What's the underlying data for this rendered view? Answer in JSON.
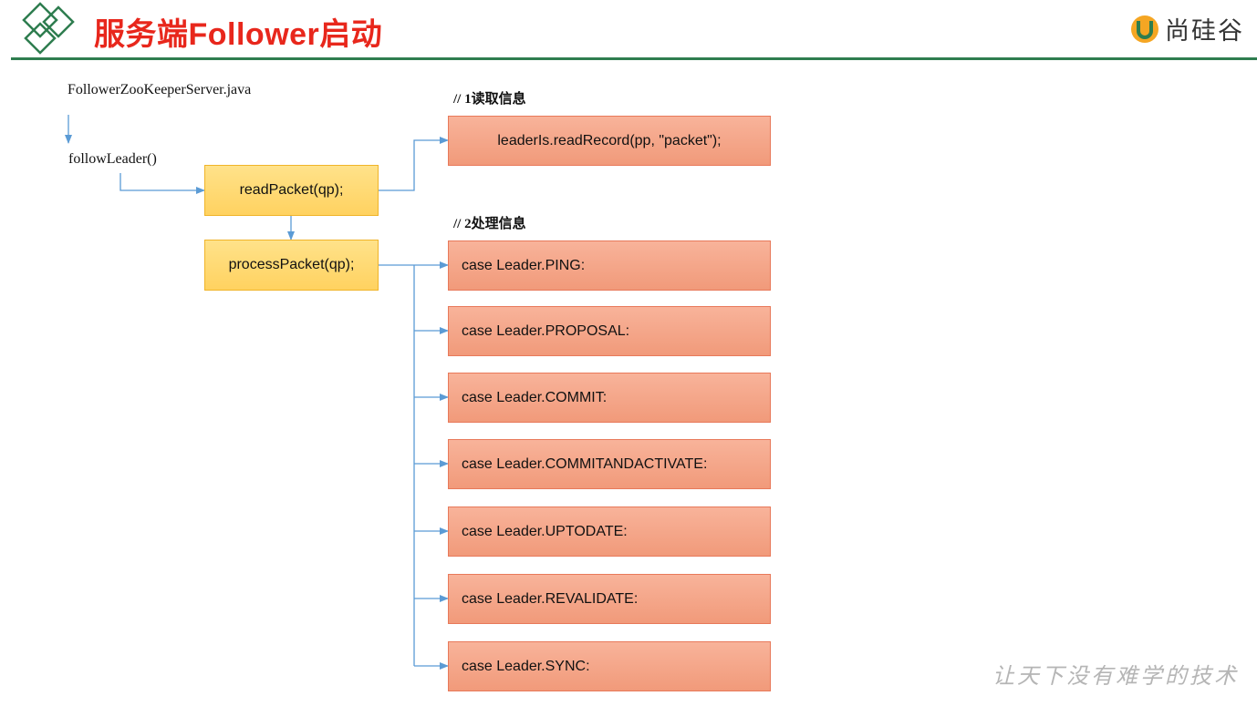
{
  "header": {
    "title": "服务端Follower启动",
    "brand_name": "尚硅谷",
    "colors": {
      "title": "#e8271c",
      "rule": "#2e7d4f",
      "brand_mark": "#f5a623"
    }
  },
  "diagram": {
    "source_file": "FollowerZooKeeperServer.java",
    "entry_method": "followLeader()",
    "steps": [
      {
        "label": "readPacket(qp);"
      },
      {
        "label": "processPacket(qp);"
      }
    ],
    "section_read": {
      "label": "// 1读取信息",
      "call": "leaderIs.readRecord(pp, \"packet\");"
    },
    "section_process": {
      "label": "// 2处理信息",
      "cases": [
        "case Leader.PING:",
        "case Leader.PROPOSAL:",
        "case Leader.COMMIT:",
        "case Leader.COMMITANDACTIVATE:",
        "case Leader.UPTODATE:",
        "case Leader.REVALIDATE:",
        "case Leader.SYNC:"
      ]
    },
    "colors": {
      "arrow": "#5b9bd5",
      "yellow_box": "#ffd966",
      "orange_box": "#f4b183"
    }
  },
  "footer": {
    "slogan": "让天下没有难学的技术"
  }
}
